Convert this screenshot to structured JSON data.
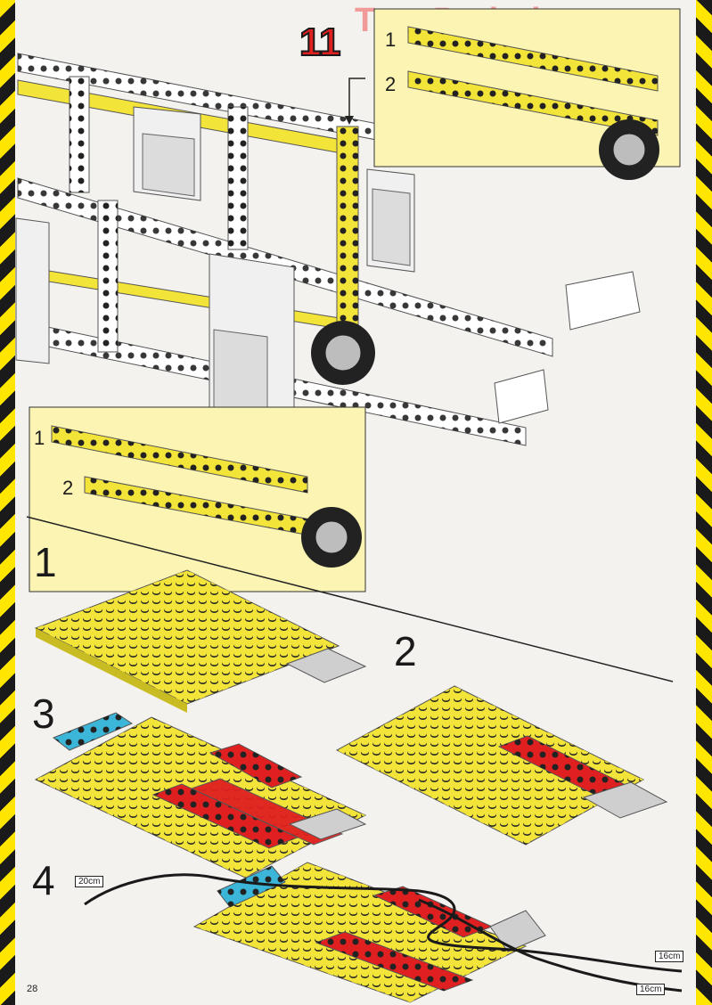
{
  "watermark": "ToysPeriod.com",
  "main_step": "11",
  "callout_top": {
    "labels": [
      "1",
      "2"
    ]
  },
  "callout_bottom": {
    "labels": [
      "1",
      "2"
    ]
  },
  "steps": [
    "1",
    "2",
    "3",
    "4"
  ],
  "cable_labels": [
    "20cm",
    "16cm",
    "16cm"
  ],
  "page_number": "28",
  "colors": {
    "hazard_yellow": "#ffe600",
    "brick_yellow": "#f3e43a",
    "brick_red": "#e02020",
    "brick_blue": "#3bb6d8",
    "brick_grey": "#cfcfcf",
    "callout_bg": "#fbf4b3"
  }
}
